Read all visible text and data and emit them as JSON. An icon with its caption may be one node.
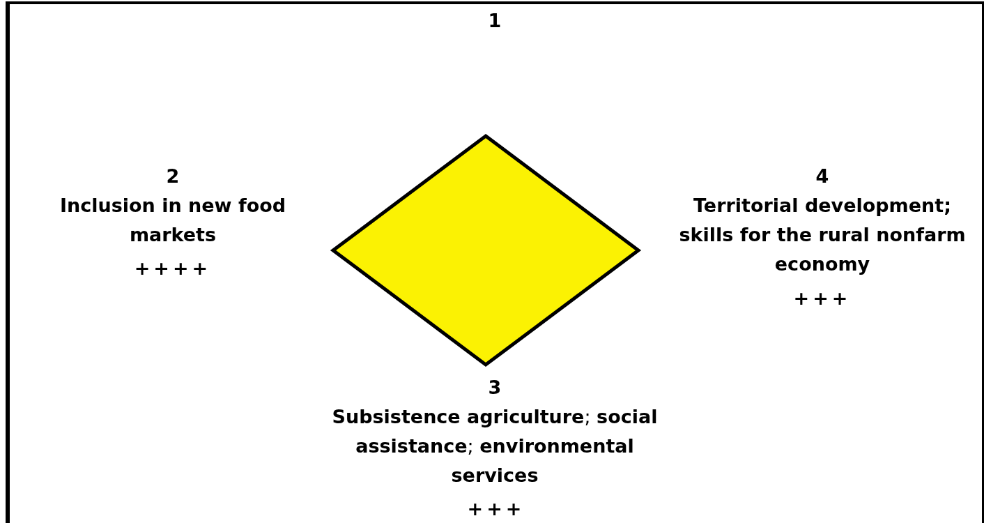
{
  "diagram": {
    "nodes": [
      {
        "text": [],
        "shape": "diamond"
      }
    ],
    "edges": [],
    "labels": [
      "1",
      "2",
      "Inclusion in new food markets",
      "++++",
      "4",
      "Territorial development; skills for the rural nonfarm economy",
      "+++",
      "3",
      "**Subsistence agriculture**; **social assistance**; **environmental services**",
      "+++"
    ]
  }
}
